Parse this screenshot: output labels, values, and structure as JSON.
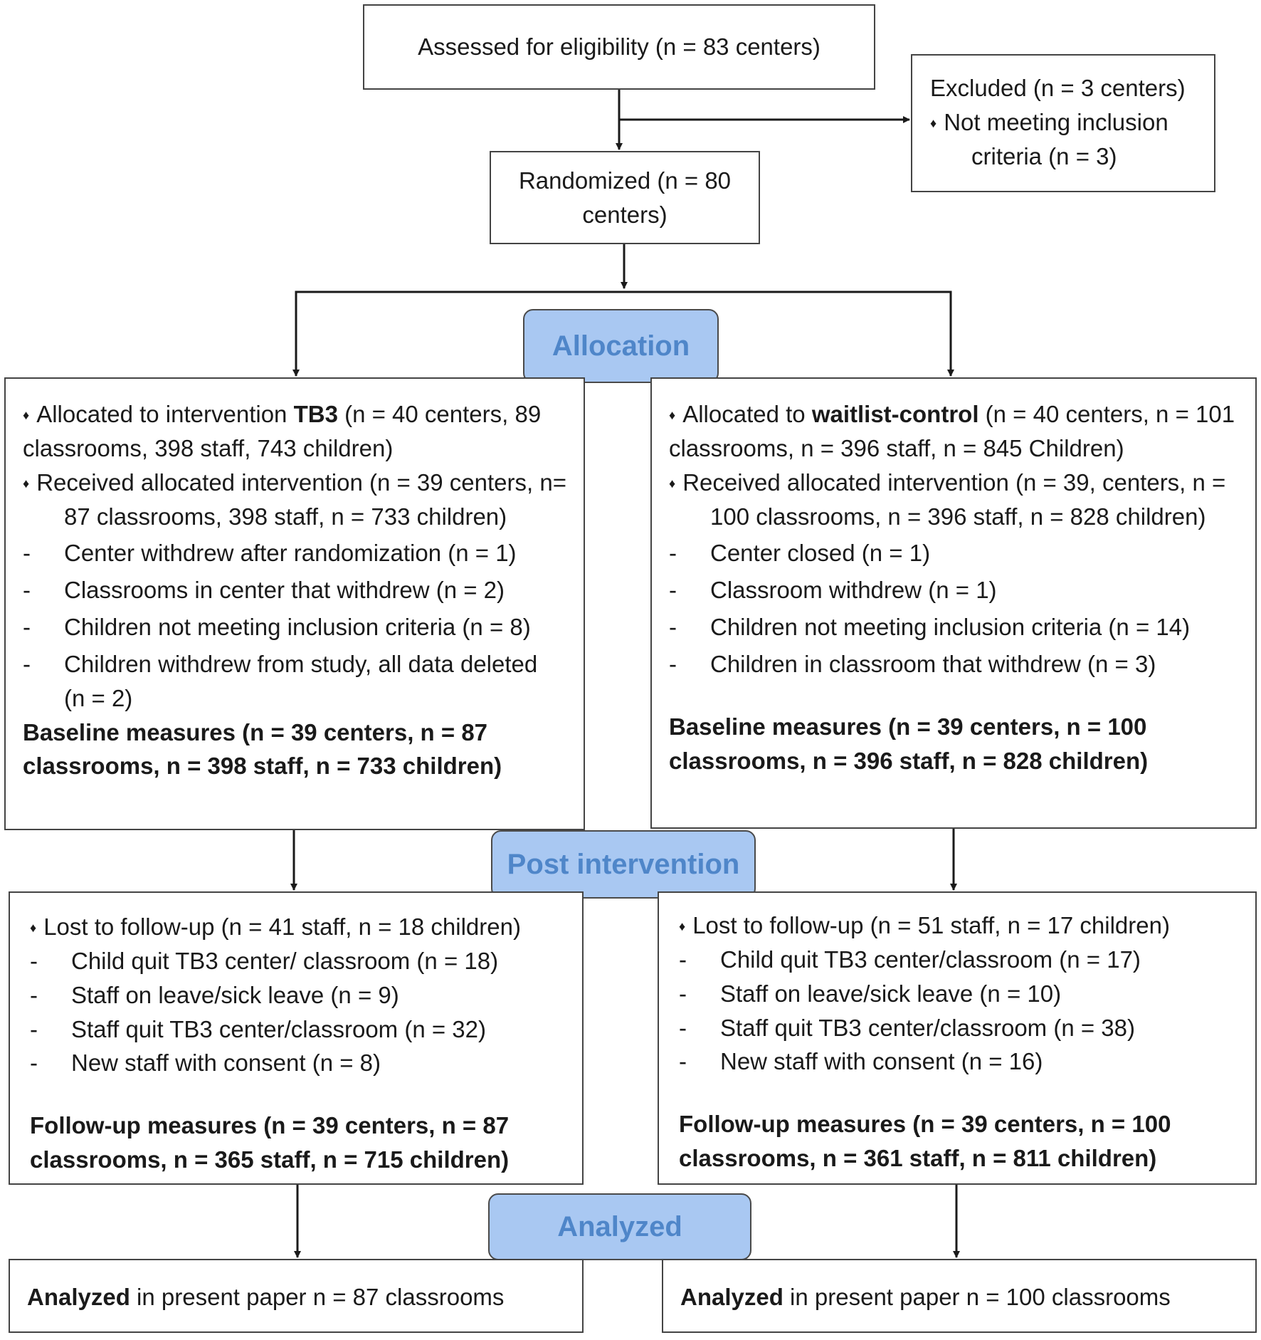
{
  "assessed": "Assessed for eligibility (n = 83 centers)",
  "excluded": {
    "title": "Excluded (n = 3 centers)",
    "reason_line1": "Not meeting inclusion",
    "reason_line2": "criteria (n = 3)"
  },
  "randomized": {
    "line1": "Randomized (n = 80",
    "line2": "centers)"
  },
  "stages": {
    "allocation": "Allocation",
    "post": "Post intervention",
    "analyzed": "Analyzed"
  },
  "left_alloc": {
    "b1_pre": "Allocated to intervention ",
    "b1_bold": "TB3",
    "b1_post": " (n = 40 centers, 89",
    "b1_cont": "classrooms, 398 staff, 743 children)",
    "b2_l1": "Received allocated intervention (n = 39 centers, n=",
    "b2_l2": "87 classrooms, 398 staff, n = 733 children)",
    "items": [
      "Center withdrew after randomization (n = 1)",
      "Classrooms in center that withdrew (n = 2)",
      "Children not meeting inclusion criteria (n = 8)",
      "Children withdrew from study, all data deleted"
    ],
    "items_cont": "(n = 2)",
    "baseline_l1": "Baseline measures (n = 39 centers, n = 87",
    "baseline_l2": "classrooms, n = 398 staff, n = 733 children)"
  },
  "right_alloc": {
    "b1_pre": "Allocated to ",
    "b1_bold": "waitlist-control",
    "b1_post": " (n = 40 centers, n = 101",
    "b1_cont": "classrooms, n = 396 staff, n = 845 Children)",
    "b2_l1": "Received allocated intervention (n = 39, centers, n =",
    "b2_l2": "100 classrooms, n = 396 staff, n = 828 children)",
    "items": [
      "Center closed (n = 1)",
      "Classroom withdrew (n = 1)",
      "Children not meeting inclusion criteria (n = 14)",
      "Children in classroom that withdrew (n = 3)"
    ],
    "baseline_l1": "Baseline measures (n = 39 centers, n = 100",
    "baseline_l2": "classrooms, n = 396 staff, n = 828 children)"
  },
  "left_post": {
    "lost": "Lost to follow-up (n = 41 staff, n = 18 children)",
    "items": [
      "Child quit TB3 center/ classroom (n = 18)",
      "Staff on leave/sick leave (n = 9)",
      "Staff quit TB3 center/classroom (n = 32)",
      "New staff with consent (n = 8)"
    ],
    "followup_l1": "Follow-up measures (n = 39 centers, n = 87",
    "followup_l2": "classrooms, n = 365 staff, n = 715 children)"
  },
  "right_post": {
    "lost": "Lost to follow-up (n = 51 staff, n = 17 children)",
    "items": [
      "Child quit TB3 center/classroom (n = 17)",
      "Staff on leave/sick leave (n = 10)",
      "Staff quit TB3 center/classroom (n = 38)",
      "New staff with consent (n = 16)"
    ],
    "followup_l1": "Follow-up measures (n = 39 centers, n = 100",
    "followup_l2": "classrooms, n = 361 staff, n = 811 children)"
  },
  "left_analyzed": {
    "bold": "Analyzed",
    "rest": " in present paper n = 87 classrooms"
  },
  "right_analyzed": {
    "bold": "Analyzed",
    "rest": " in present paper n = 100 classrooms"
  }
}
